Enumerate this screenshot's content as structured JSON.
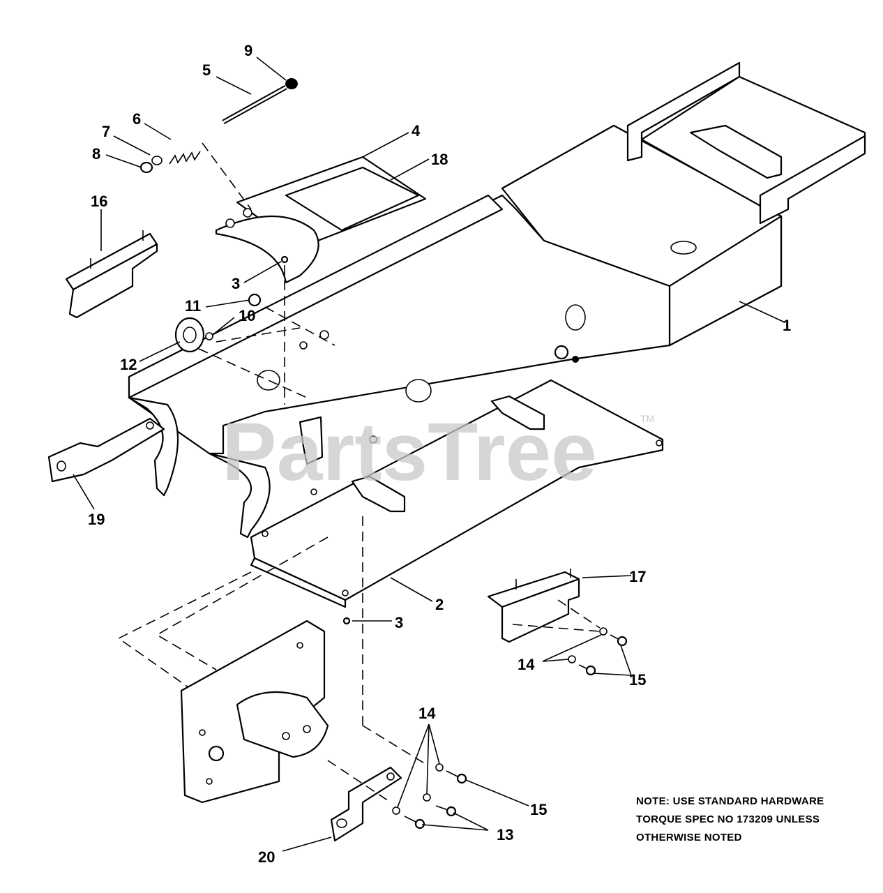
{
  "watermark": {
    "text": "PartsTree",
    "trademark": "TM"
  },
  "callouts": {
    "c1": "1",
    "c2": "2",
    "c3a": "3",
    "c3b": "3",
    "c4": "4",
    "c5": "5",
    "c6": "6",
    "c7": "7",
    "c8": "8",
    "c9": "9",
    "c10": "10",
    "c11": "11",
    "c12": "12",
    "c13": "13",
    "c14a": "14",
    "c14b": "14",
    "c15a": "15",
    "c15b": "15",
    "c16": "16",
    "c17": "17",
    "c18": "18",
    "c19": "19",
    "c20": "20"
  },
  "note": {
    "line1": "NOTE: USE STANDARD HARDWARE",
    "line2": "TORQUE SPEC  NO  173209 UNLESS",
    "line3": "OTHERWISE NOTED"
  }
}
